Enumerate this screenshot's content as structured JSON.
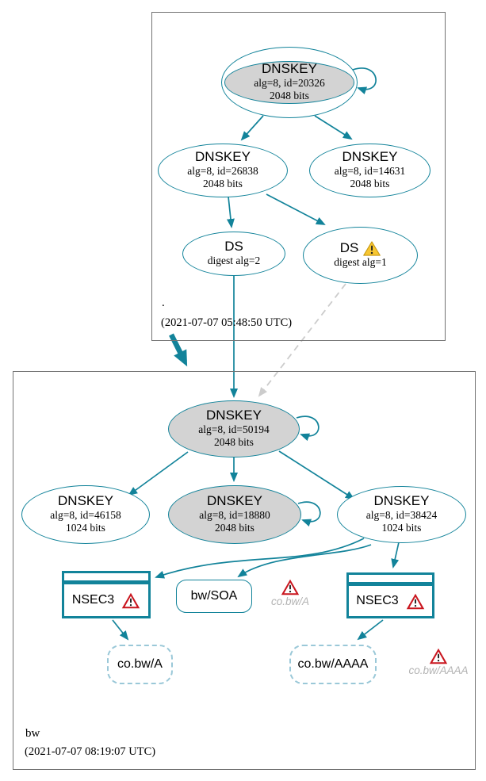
{
  "colors": {
    "edge_secure": "#12839a",
    "node_fill_gray": "#d3d3d3",
    "warning_yellow": "#f7c631",
    "error_red": "#c9151e",
    "ghost_border_blue": "#9ac8d8",
    "ghost_text_gray": "#b3b3b3",
    "dashed_edge_gray": "#cccccc",
    "box_border_gray": "#737373"
  },
  "zones": {
    "root": {
      "label": ".",
      "timestamp": "(2021-07-07 05:48:50 UTC)",
      "nodes": {
        "ksk": {
          "title": "DNSKEY",
          "alg": "alg=8, id=20326",
          "bits": "2048 bits"
        },
        "zsk1": {
          "title": "DNSKEY",
          "alg": "alg=8, id=26838",
          "bits": "2048 bits"
        },
        "zsk2": {
          "title": "DNSKEY",
          "alg": "alg=8, id=14631",
          "bits": "2048 bits"
        },
        "ds2": {
          "title": "DS",
          "detail": "digest alg=2"
        },
        "ds1": {
          "title": "DS",
          "detail": "digest alg=1",
          "warning_icon": "yellow-warning-triangle"
        }
      }
    },
    "bw": {
      "label": "bw",
      "timestamp": "(2021-07-07 08:19:07 UTC)",
      "nodes": {
        "ksk": {
          "title": "DNSKEY",
          "alg": "alg=8, id=50194",
          "bits": "2048 bits"
        },
        "zsk1": {
          "title": "DNSKEY",
          "alg": "alg=8, id=46158",
          "bits": "1024 bits"
        },
        "zsk2": {
          "title": "DNSKEY",
          "alg": "alg=8, id=18880",
          "bits": "2048 bits"
        },
        "zsk3": {
          "title": "DNSKEY",
          "alg": "alg=8, id=38424",
          "bits": "1024 bits"
        },
        "nsec3_a": {
          "title": "NSEC3",
          "error_icon": "red-error-triangle"
        },
        "nsec3_b": {
          "title": "NSEC3",
          "error_icon": "red-error-triangle"
        },
        "soa": {
          "title": "bw/SOA"
        },
        "rrset_a": {
          "title": "co.bw/A"
        },
        "rrset_aaaa": {
          "title": "co.bw/AAAA"
        },
        "ghost_a": {
          "label": "co.bw/A",
          "error_icon": "red-error-triangle"
        },
        "ghost_aaaa": {
          "label": "co.bw/AAAA",
          "error_icon": "red-error-triangle"
        }
      }
    }
  }
}
